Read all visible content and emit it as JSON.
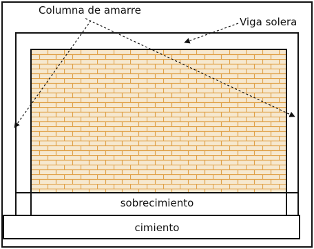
{
  "labels": {
    "tie_column": "Columna de amarre",
    "collar_beam": "Viga solera",
    "plinth": "sobrecimiento",
    "foundation": "cimiento"
  },
  "colors": {
    "outline": "#111111",
    "brick_fill": "#f6e8cf",
    "mortar_line": "#e0a24a",
    "background": "#ffffff"
  }
}
